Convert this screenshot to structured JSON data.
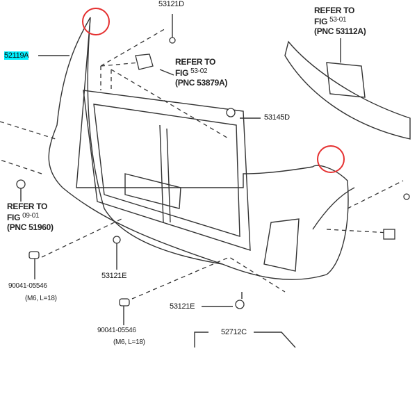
{
  "parts": {
    "bumper_cover": "52119A",
    "clip_top": "53121D",
    "clip_side": "53145D",
    "clip_left": "53121E",
    "clip_bottom": "53121E",
    "bolt_left_pn": "90041-05546",
    "bolt_left_spec": "(M6, L=18)",
    "bolt_center_pn": "90041-05546",
    "bolt_center_spec": "(M6, L=18)",
    "bracket": "52712C"
  },
  "refs": {
    "ref1": {
      "line1": "REFER TO",
      "line2": "FIG",
      "fig": "53-02",
      "pnc": "(PNC 53879A)"
    },
    "ref2": {
      "line1": "REFER TO",
      "line2": "FIG",
      "fig": "53-01",
      "pnc": "(PNC 53112A)"
    },
    "ref3": {
      "line1": "REFER TO",
      "line2": "FIG",
      "fig": "09-01",
      "pnc": "(PNC 51960)"
    }
  },
  "colors": {
    "highlight": "#00f0ff",
    "circle": "#e53030"
  }
}
